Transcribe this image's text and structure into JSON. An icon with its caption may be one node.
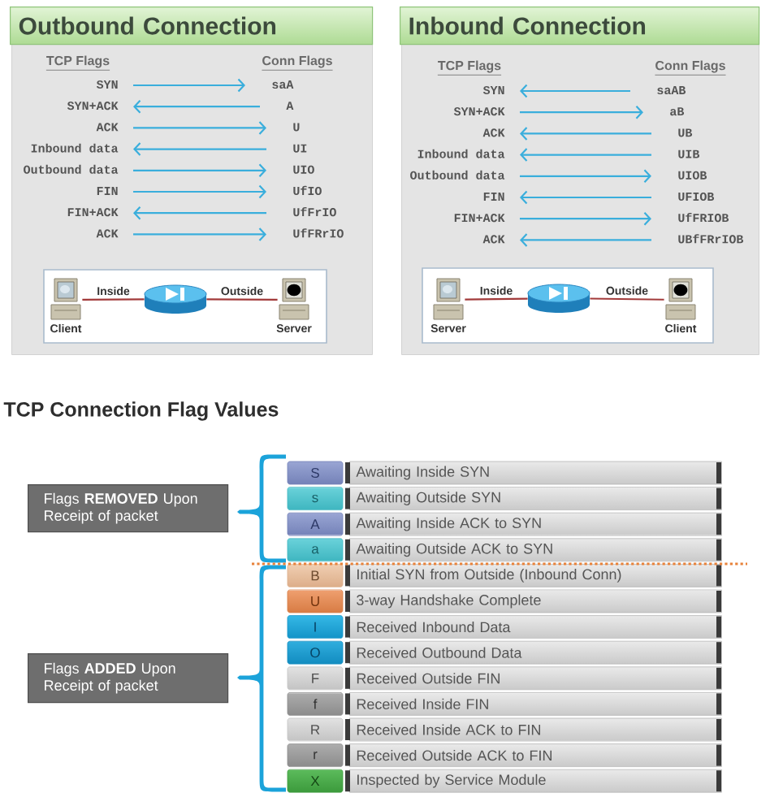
{
  "diagram": {
    "nodes": [
      {
        "text": [
          "Outbound Connection",
          "TCP Flags",
          "Conn Flags"
        ]
      },
      {
        "text": [
          "SYN"
        ],
        "in": 0
      },
      {
        "text": [
          "saA"
        ],
        "in": 0
      },
      {
        "text": [
          "SYN+ACK"
        ],
        "in": 0
      },
      {
        "text": [
          "A"
        ],
        "in": 0
      },
      {
        "text": [
          "ACK"
        ],
        "in": 0
      },
      {
        "text": [
          "U"
        ],
        "in": 0
      },
      {
        "text": [
          "Inbound data"
        ],
        "in": 0
      },
      {
        "text": [
          "UI"
        ],
        "in": 0
      },
      {
        "text": [
          "Outbound data"
        ],
        "in": 0
      },
      {
        "text": [
          "UIO"
        ],
        "in": 0
      },
      {
        "text": [
          "FIN"
        ],
        "in": 0
      },
      {
        "text": [
          "UfIO"
        ],
        "in": 0
      },
      {
        "text": [
          "FIN+ACK"
        ],
        "in": 0
      },
      {
        "text": [
          "UfFrIO"
        ],
        "in": 0
      },
      {
        "text": [
          "ACK"
        ],
        "in": 0
      },
      {
        "text": [
          "UfFRrIO"
        ],
        "in": 0
      },
      {
        "text": [],
        "shape": "box",
        "in": 0
      },
      {
        "text": [],
        "shape": "picture",
        "beside": [
          "Client"
        ],
        "in": 17
      },
      {
        "text": [],
        "shape": "picture",
        "in": 17
      },
      {
        "text": [],
        "shape": "picture",
        "beside": [
          "Server"
        ],
        "in": 17
      },
      {
        "text": [
          "Inbound Connection",
          "TCP Flags",
          "Conn Flags"
        ]
      },
      {
        "text": [
          "SYN"
        ],
        "in": 21
      },
      {
        "text": [
          "saAB"
        ],
        "in": 21
      },
      {
        "text": [
          "SYN+ACK"
        ],
        "in": 21
      },
      {
        "text": [
          "aB"
        ],
        "in": 21
      },
      {
        "text": [
          "ACK"
        ],
        "in": 21
      },
      {
        "text": [
          "UB"
        ],
        "in": 21
      },
      {
        "text": [
          "Inbound data"
        ],
        "in": 21
      },
      {
        "text": [
          "UIB"
        ],
        "in": 21
      },
      {
        "text": [
          "Outbound data"
        ],
        "in": 21
      },
      {
        "text": [
          "UIOB"
        ],
        "in": 21
      },
      {
        "text": [
          "FIN"
        ],
        "in": 21
      },
      {
        "text": [
          "UFIOB"
        ],
        "in": 21
      },
      {
        "text": [
          "FIN+ACK"
        ],
        "in": 21
      },
      {
        "text": [
          "UfFRIOB"
        ],
        "in": 21
      },
      {
        "text": [
          "ACK"
        ],
        "in": 21
      },
      {
        "text": [
          "UBfFRrIOB"
        ],
        "in": 21
      },
      {
        "text": [],
        "shape": "box",
        "in": 21
      },
      {
        "text": [],
        "shape": "picture",
        "beside": [
          "Server"
        ],
        "in": 38
      },
      {
        "text": [],
        "shape": "picture",
        "in": 38
      },
      {
        "text": [],
        "shape": "picture",
        "beside": [
          "Client"
        ],
        "in": 38
      },
      {
        "text": [
          "Flags **REMOVED** Upon Receipt of packet"
        ]
      },
      {
        "text": [
          "Flags **ADDED** Upon Receipt of packet"
        ]
      },
      {
        "text": [
          "S",
          "Awaiting Inside SYN"
        ]
      },
      {
        "text": [
          "s",
          "Awaiting Outside SYN"
        ]
      },
      {
        "text": [
          "A",
          "Awaiting Inside ACK to SYN"
        ]
      },
      {
        "text": [
          "a",
          "Awaiting Outside ACK to SYN"
        ]
      },
      {
        "text": [
          "B",
          "Initial SYN from Outside (Inbound Conn)"
        ]
      },
      {
        "text": [
          "U",
          "3-way Handshake Complete"
        ]
      },
      {
        "text": [
          "I",
          "Received Inbound Data"
        ]
      },
      {
        "text": [
          "O",
          "Received Outbound Data"
        ]
      },
      {
        "text": [
          "F",
          "Received Outside FIN"
        ]
      },
      {
        "text": [
          "f",
          "Received Inside FIN"
        ]
      },
      {
        "text": [
          "R",
          "Received Inside ACK to FIN"
        ]
      },
      {
        "text": [
          "r",
          "Received Outside ACK to FIN"
        ]
      },
      {
        "text": [
          "X",
          "Inspected by Service Module"
        ]
      },
      {
        "text": [],
        "shape": "bracket"
      },
      {
        "text": [],
        "shape": "bracket"
      }
    ],
    "edges": [
      {
        "from": 1,
        "to": 2,
        "arrow": "to"
      },
      {
        "from": 4,
        "to": 3,
        "arrow": "to"
      },
      {
        "from": 5,
        "to": 6,
        "arrow": "to"
      },
      {
        "from": 8,
        "to": 7,
        "arrow": "to"
      },
      {
        "from": 9,
        "to": 10,
        "arrow": "to"
      },
      {
        "from": 11,
        "to": 12,
        "arrow": "to"
      },
      {
        "from": 14,
        "to": 13,
        "arrow": "to"
      },
      {
        "from": 15,
        "to": 16,
        "arrow": "to"
      },
      {
        "from": 23,
        "to": 22,
        "arrow": "to"
      },
      {
        "from": 24,
        "to": 25,
        "arrow": "to"
      },
      {
        "from": 27,
        "to": 26,
        "arrow": "to"
      },
      {
        "from": 29,
        "to": 28,
        "arrow": "to"
      },
      {
        "from": 30,
        "to": 31,
        "arrow": "to"
      },
      {
        "from": 33,
        "to": 32,
        "arrow": "to"
      },
      {
        "from": 34,
        "to": 35,
        "arrow": "to"
      },
      {
        "from": 37,
        "to": 36,
        "arrow": "to"
      },
      {
        "from": 18,
        "to": 19,
        "arrow": "none",
        "label": "Inside",
        "color": "#a23a3a"
      },
      {
        "from": 19,
        "to": 20,
        "arrow": "none",
        "label": "Outside",
        "color": "#a23a3a"
      },
      {
        "from": 39,
        "to": 40,
        "arrow": "none",
        "label": "Inside",
        "color": "#a23a3a"
      },
      {
        "from": 40,
        "to": 41,
        "arrow": "none",
        "label": "Outside",
        "color": "#a23a3a"
      }
    ],
    "labels": [
      "TCP Connection Flag Values"
    ]
  }
}
